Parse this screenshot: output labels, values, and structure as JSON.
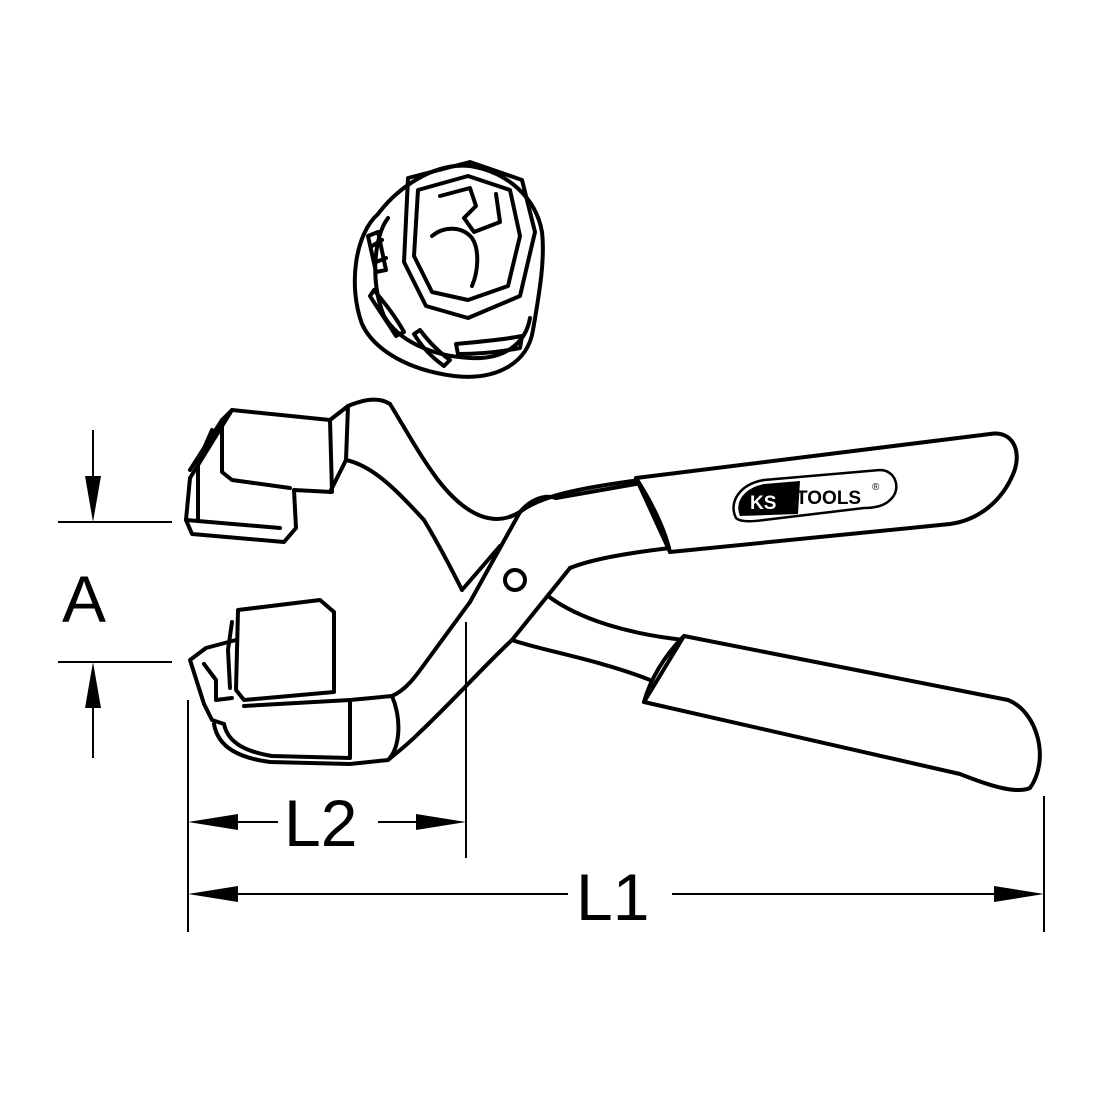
{
  "dimensions": {
    "a": "A",
    "l1": "L1",
    "l2": "L2"
  },
  "logo": {
    "ks": "KS",
    "tools": "TOOLS",
    "reg": "®"
  },
  "colors": {
    "line": "#000000",
    "background": "#ffffff",
    "logo_fill": "#000000"
  }
}
